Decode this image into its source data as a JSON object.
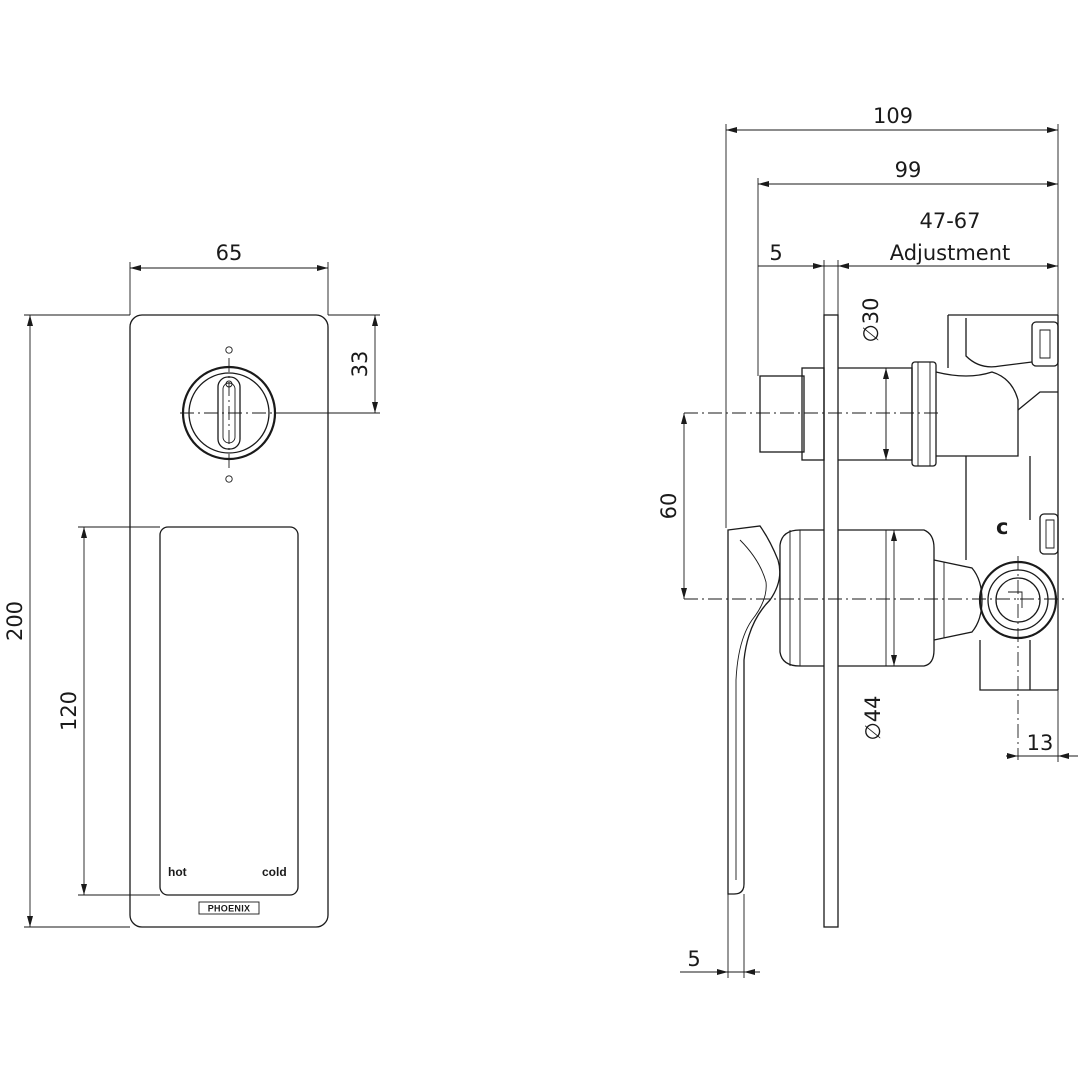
{
  "front_view": {
    "width_dim": "65",
    "height_dim": "200",
    "knob_offset_dim": "33",
    "panel_height_dim": "120",
    "hot_label": "hot",
    "cold_label": "cold",
    "brand_label": "PHOENIX"
  },
  "side_view": {
    "overall_depth_dim": "109",
    "body_depth_dim": "99",
    "adjustment_range": "47-67",
    "adjustment_label": "Adjustment",
    "plate_offset_dim": "5",
    "diverter_diameter_dim": "∅30",
    "mixer_diameter_dim": "∅44",
    "axis_spacing_dim": "60",
    "inlet_offset_dim": "13",
    "lever_thickness_dim": "5",
    "cold_marker": "c"
  }
}
